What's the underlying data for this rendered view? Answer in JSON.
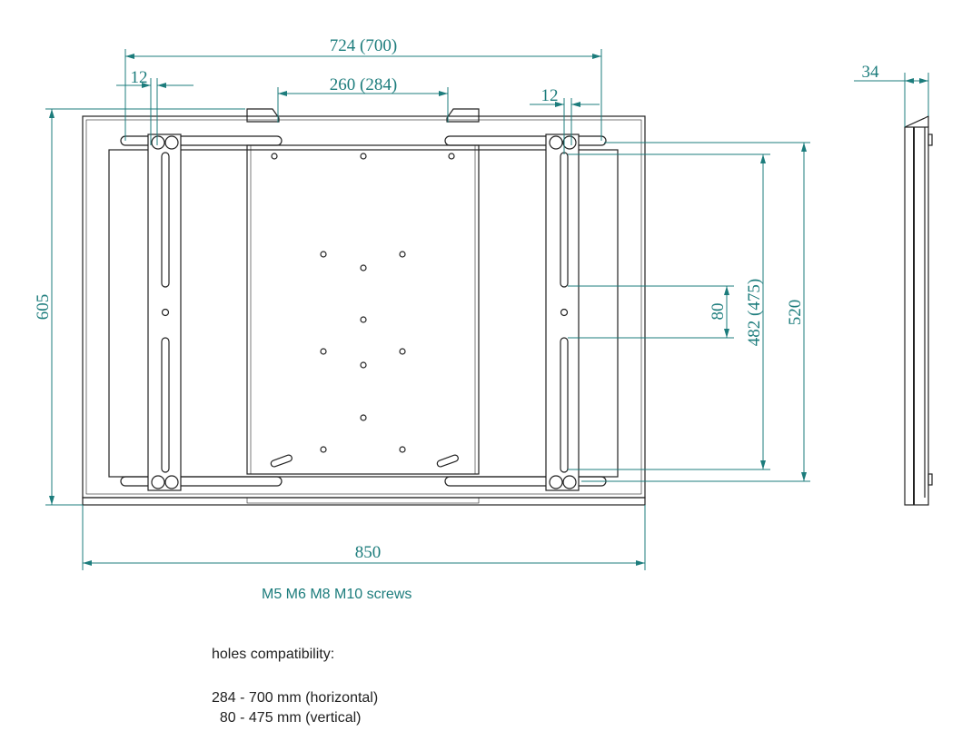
{
  "dimensions": {
    "overall_width_holes": "724  (700)",
    "left_offset": "12",
    "hook_spacing": "260  (284)",
    "right_offset": "12",
    "height_total": "605",
    "width_total": "850",
    "vertical_rail_span": "520",
    "vertical_holes": "482  (475)",
    "slot_spacing": "80",
    "depth": "34"
  },
  "caption": "M5 M6 M8 M10  screws",
  "notes": {
    "title": "holes compatibility:",
    "horizontal": "284 - 700 mm (horizontal)",
    "vertical": "  80 - 475 mm (vertical)"
  },
  "colors": {
    "dimension": "#1c7c7c",
    "drawing": "#222222"
  }
}
